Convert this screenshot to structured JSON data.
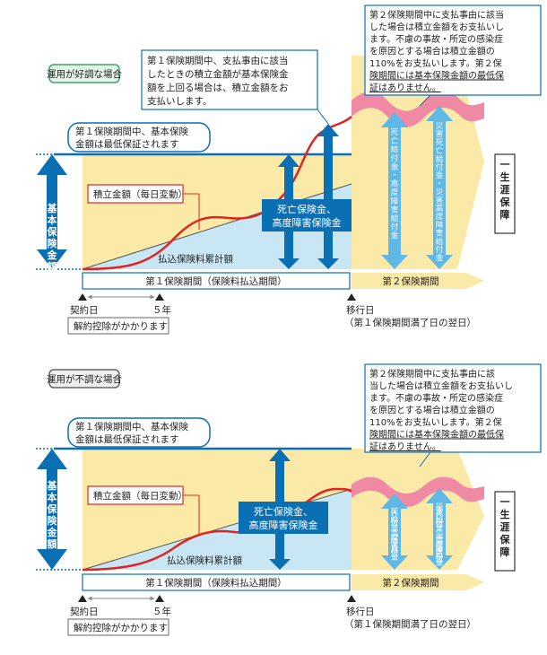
{
  "good": {
    "tag": "運用が好調な場合",
    "note1": [
      "第１保険期間中、支払事由に該当",
      "したときの積立金額が基本保険金",
      "額を上回る場合は、積立金額をお",
      "支払いします。"
    ],
    "note2": [
      "第２保険期間中に支払事由に該当",
      "した場合は積立金額をお支払いし",
      "ます。不慮の事故・所定の感染症",
      "を原因とする場合は積立金額の",
      "110%をお支払いします。第２保",
      "険期間には基本保険金額の最低保",
      "証はありません。"
    ],
    "guarantee": [
      "第１保険期間中、基本保険",
      "金額は最低保証されます"
    ],
    "fund_label": "積立金額（毎日変動）",
    "death_label": [
      "死亡保険金、",
      "高度障害保険金"
    ],
    "premium_label": "払込保険料累計額",
    "basic_amount": "基本保険金額",
    "p2_arrow1": "死亡給付金・高度障害給付金",
    "p2_arrow2": "災害死亡給付金・災害高度障害給付金",
    "lifetime": "一生涯保障",
    "period1": "第１保険期間（保険料払込期間）",
    "period2": "第２保険期間",
    "contract_day": "契約日",
    "five_years": "５年",
    "transfer_day": "移行日",
    "transfer_note": "（第１保険期間満了日の翌日）",
    "surrender": "解約控除がかかります"
  },
  "bad": {
    "tag": "運用が不調な場合",
    "note2": [
      "第２保険期間中に支払事由に該",
      "当した場合は積立金額をお支払いし",
      "ます。不慮の事故・所定の感染症",
      "を原因とする場合は積立金額の",
      "110%をお支払いします。第２保",
      "険期間には基本保険金額の最低保",
      "証はありません。"
    ],
    "guarantee": [
      "第１保険期間中、基本保険",
      "金額は最低保証されます"
    ],
    "fund_label": "積立金額（毎日変動）",
    "death_label": [
      "死亡保険金、",
      "高度障害保険金"
    ],
    "premium_label": "払込保険料累計額",
    "basic_amount": "基本保険金額",
    "p2_arrow1": "死亡給付金・高度障害給付金",
    "p2_arrow2": "災害死亡給付金・災害高度障害給付金",
    "lifetime": "一生涯保障",
    "period1": "第１保険期間（保険料払込期間）",
    "period2": "第２保険期間",
    "contract_day": "契約日",
    "five_years": "５年",
    "transfer_day": "移行日",
    "transfer_note": "（第１保険期間満了日の翌日）",
    "surrender": "解約控除がかかります"
  },
  "colors": {
    "blue": "#0a6fb3",
    "light_blue": "#c9e6f5",
    "arrow_blue": "#5fb8e6",
    "yellow": "#fbe9a8",
    "red": "#e02424",
    "pink": "#f08aa4",
    "green": "#3aa56b",
    "gray": "#666666"
  }
}
